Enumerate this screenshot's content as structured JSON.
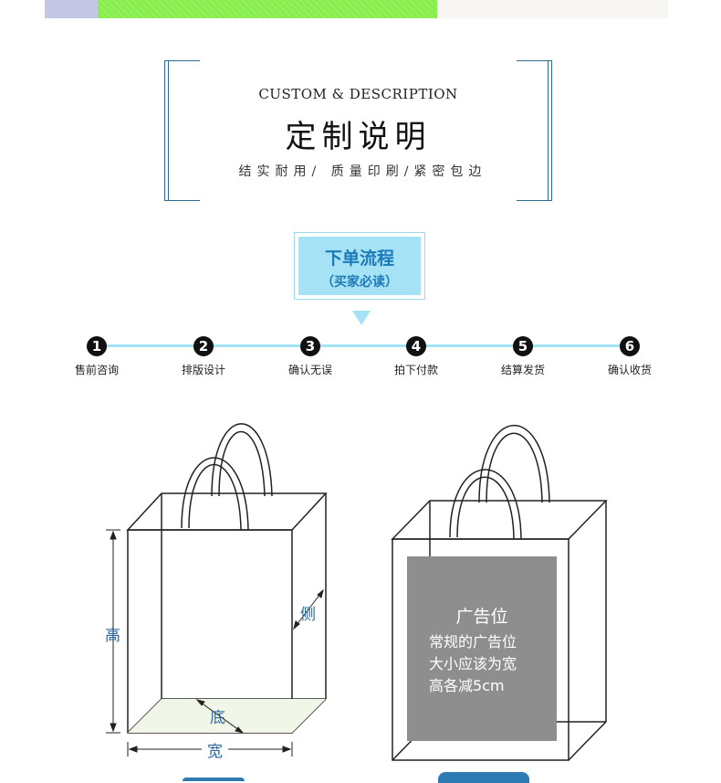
{
  "header": {
    "en_title": "CUSTOM & DESCRIPTION",
    "cn_title": "定制说明",
    "subtitle": "结实耐用/ 质量印刷/紧密包边"
  },
  "order": {
    "title": "下单流程",
    "subtitle": "（买家必读）"
  },
  "steps": [
    {
      "num": "1",
      "label": "售前咨询"
    },
    {
      "num": "2",
      "label": "排版设计"
    },
    {
      "num": "3",
      "label": "确认无误"
    },
    {
      "num": "4",
      "label": "拍下付款"
    },
    {
      "num": "5",
      "label": "结算发货"
    },
    {
      "num": "6",
      "label": "确认收货"
    }
  ],
  "dimensions": {
    "height": "高",
    "side": "侧",
    "bottom": "底",
    "width": "宽"
  },
  "ad": {
    "title": "广告位",
    "line1": "常规的广告位",
    "line2": "大小应该为宽",
    "line3": "高各减5cm"
  },
  "colors": {
    "accent_light": "#a6e2f5",
    "accent_text": "#1e79b9",
    "ad_gray": "#8e8e8e",
    "dim_label": "#2a6aa0"
  }
}
